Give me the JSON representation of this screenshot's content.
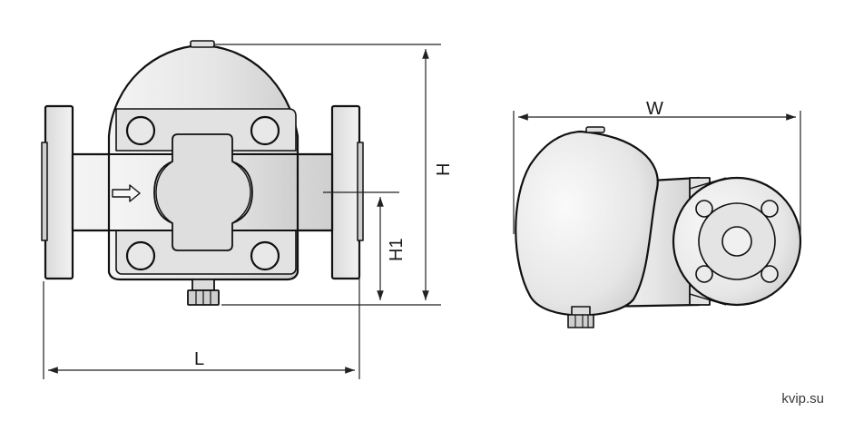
{
  "dimensions": {
    "length_label": "L",
    "height_label": "H",
    "inlet_height_label": "H1",
    "width_label": "W"
  },
  "watermark": "kvip.su",
  "colors": {
    "body_fill": "#ececec",
    "body_shade": "#d2d2d2",
    "outline": "#111111",
    "dim_line": "#222222"
  }
}
